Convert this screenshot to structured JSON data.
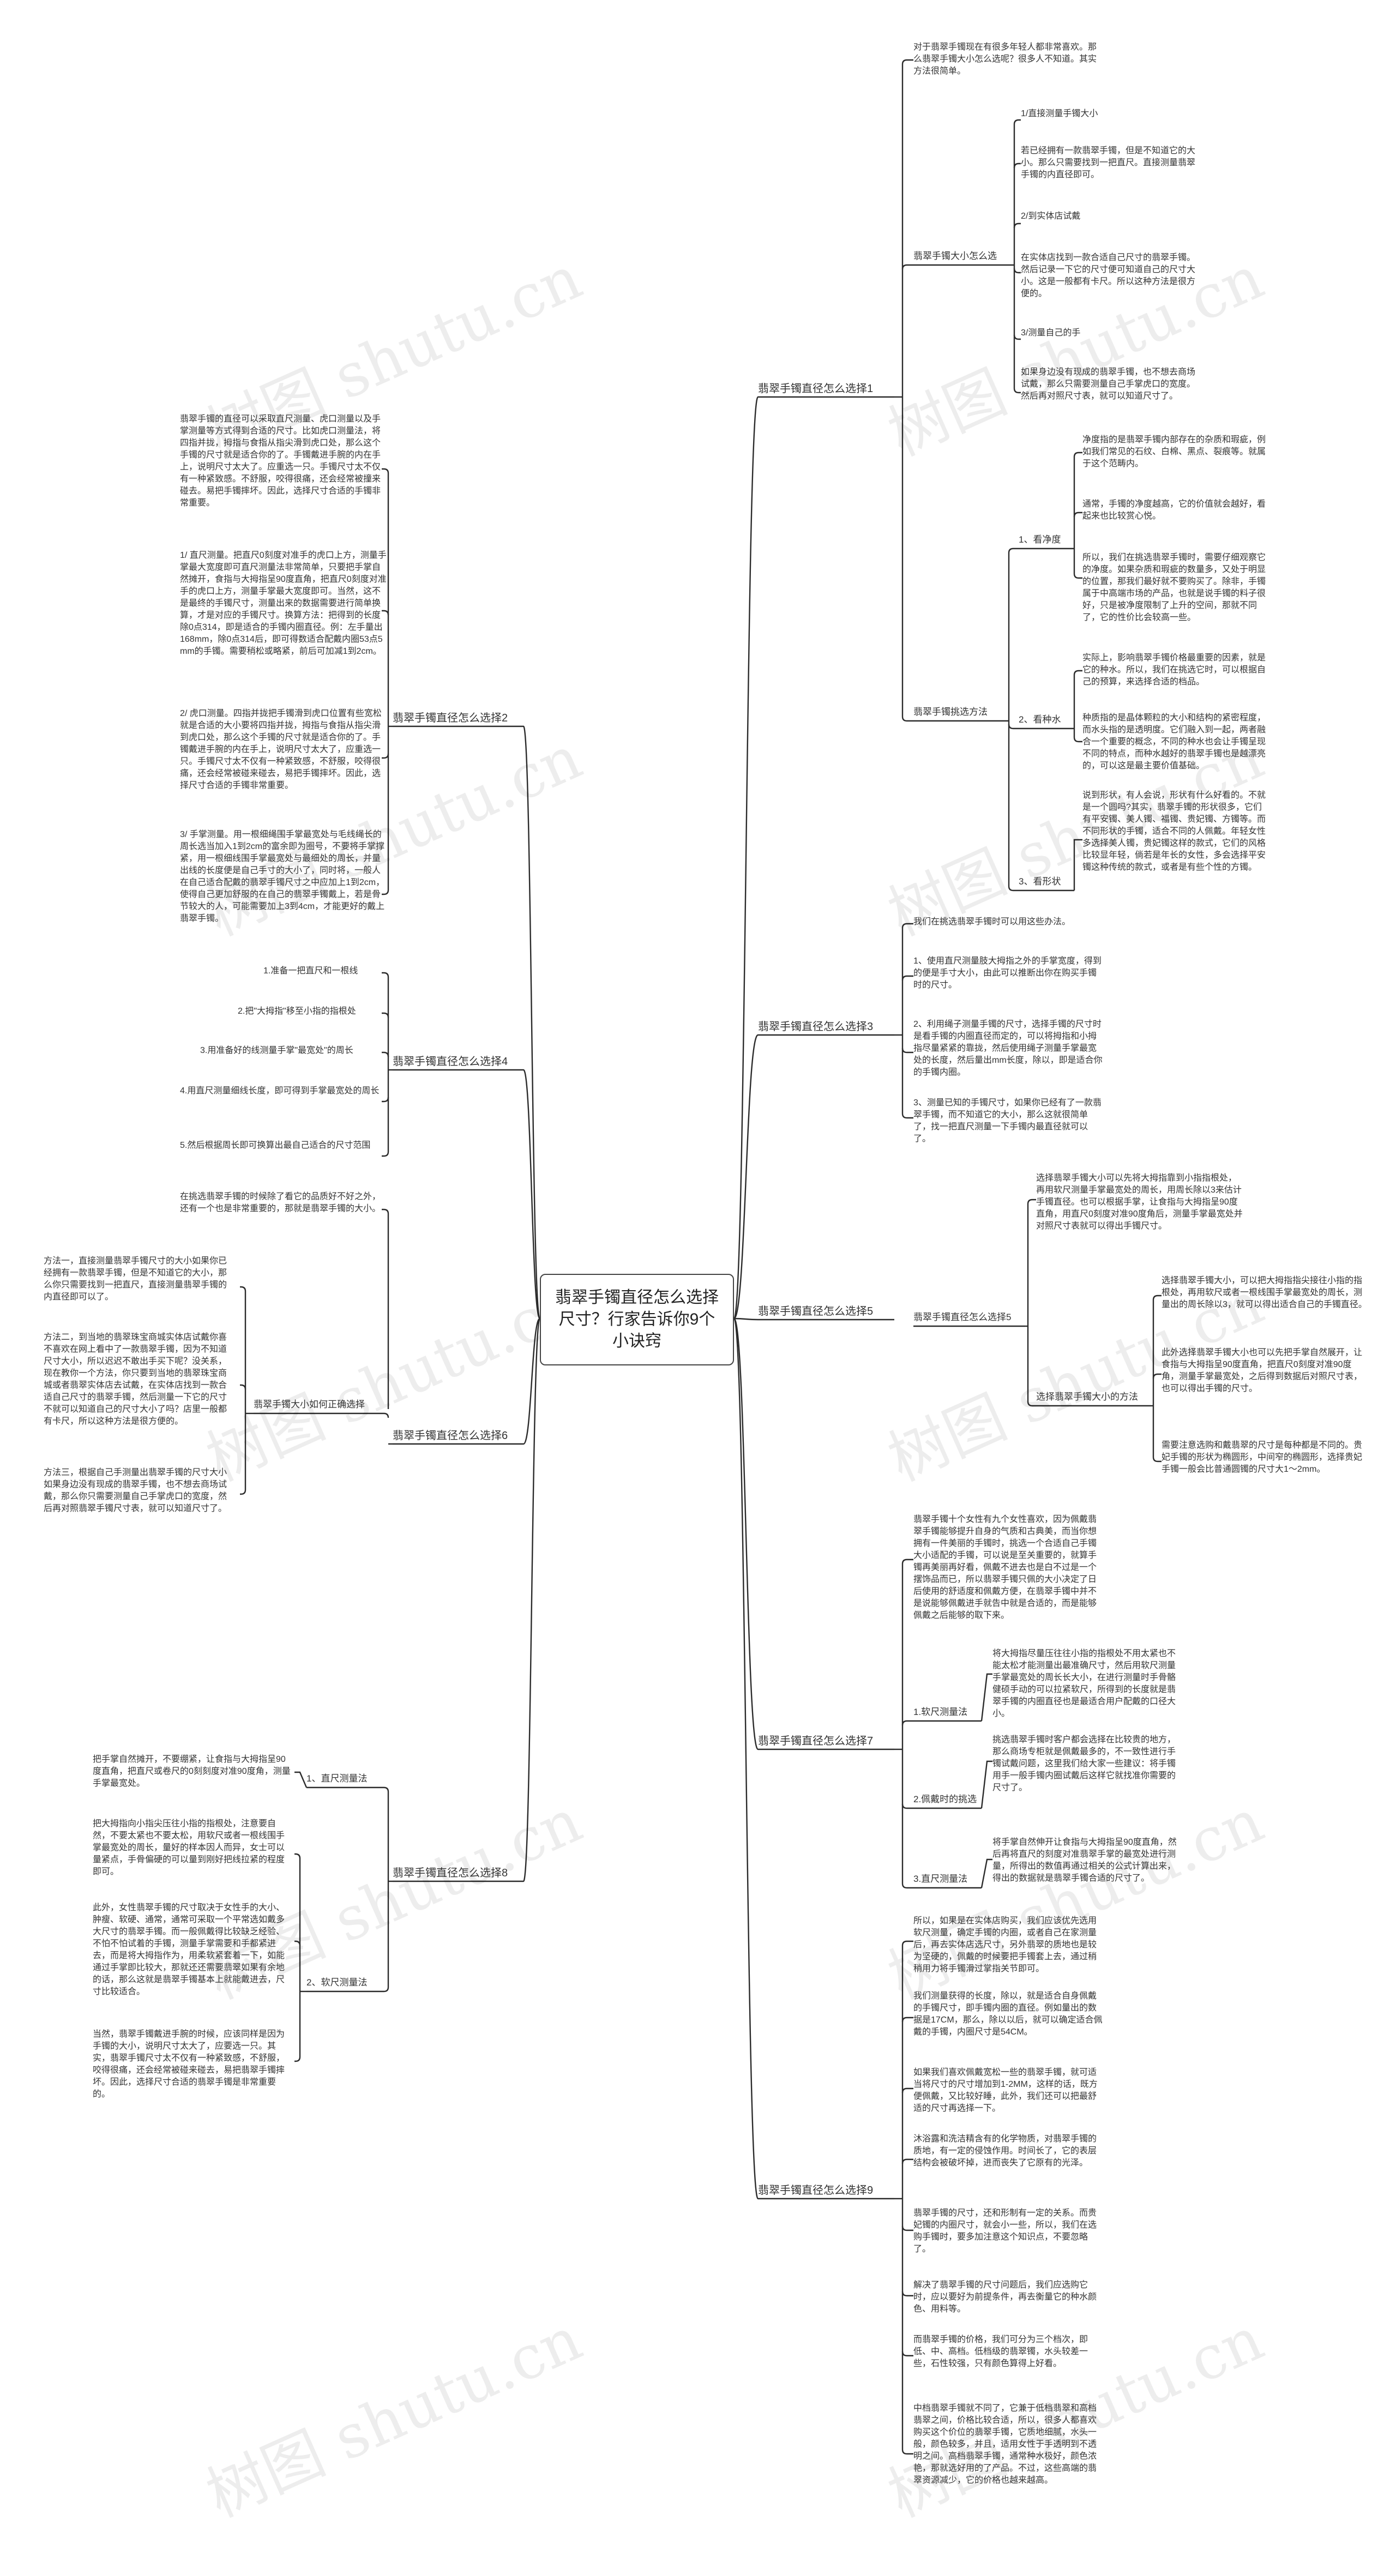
{
  "root": "翡翠手镯直径怎么选择尺寸？行家告诉你9个小诀窍",
  "watermark": "树图 shutu.cn",
  "branches": {
    "b1": "翡翠手镯直径怎么选择1",
    "b2": "翡翠手镯直径怎么选择2",
    "b3": "翡翠手镯直径怎么选择3",
    "b4": "翡翠手镯直径怎么选择4",
    "b5": "翡翠手镯直径怎么选择5",
    "b6": "翡翠手镯直径怎么选择6",
    "b7": "翡翠手镯直径怎么选择7",
    "b8": "翡翠手镯直径怎么选择8",
    "b9": "翡翠手镯直径怎么选择9"
  },
  "b1": {
    "intro": "对于翡翠手镯现在有很多年轻人都非常喜欢。那么翡翠手镯大小怎么选呢？很多人不知道。其实方法很简单。",
    "size_label": "翡翠手镯大小怎么选",
    "size_items": [
      "1/直接测量手镯大小",
      "若已经拥有一款翡翠手镯，但是不知道它的大小。那么只需要找到一把直尺。直接测量翡翠手镯的内直径即可。",
      "2/到实体店试戴",
      "在实体店找到一款合适自己尺寸的翡翠手镯。然后记录一下它的尺寸便可知道自己的尺寸大小。这是一般都有卡尺。所以这种方法是很方便的。",
      "3/测量自己的手",
      "如果身边没有现成的翡翠手镯，也不想去商场试戴，那么只需要测量自己手掌虎口的宽度。然后再对照尺寸表，就可以知道尺寸了。"
    ],
    "method_label": "翡翠手镯挑选方法",
    "methods": [
      {
        "label": "1、看净度",
        "items": [
          "净度指的是翡翠手镯内部存在的杂质和瑕疵，例如我们常见的石纹、白棉、黑点、裂痕等。就属于这个范畴内。",
          "通常，手镯的净度越高，它的价值就会越好，看起来也比较赏心悦。",
          "所以，我们在挑选翡翠手镯时，需要仔细观察它的净度。如果杂质和瑕疵的数量多，又处于明显的位置，那我们最好就不要购买了。除非，手镯属于中高端市场的产品，也就是说手镯的料子很好，只是被净度限制了上升的空间，那就不同了，它的性价比会较高一些。"
        ]
      },
      {
        "label": "2、看种水",
        "items": [
          "实际上，影响翡翠手镯价格最重要的因素，就是它的种水。所以，我们在挑选它时，可以根据自己的预算，来选择合适的档品。",
          "种质指的是晶体颗粒的大小和结构的紧密程度，而水头指的是透明度。它们融入到一起，两者融合一个重要的概念，不同的种水也会让手镯呈现不同的特点，而种水越好的翡翠手镯也是越漂亮的，可以这是最主要价值基础。"
        ]
      },
      {
        "label": "3、看形状",
        "items": [
          "说到形状，有人会说，形状有什么好看的。不就是一个圆吗?其实，翡翠手镯的形状很多，它们有平安镯、美人镯、福镯、贵妃镯、方镯等。而不同形状的手镯，适合不同的人佩戴。年轻女性多选择美人镯，贵妃镯这样的款式，它们的风格比较显年轻，倘若是年长的女性，多会选择平安镯这种传统的款式，或者是有些个性的方镯。"
        ]
      }
    ]
  },
  "b2": {
    "intro": "翡翠手镯的直径可以采取直尺测量、虎口测量以及手掌测量等方式得到合适的尺寸。比如虎口测量法，将四指并拢，拇指与食指从指尖滑到虎口处，那么这个手镯的尺寸就是适合你的了。手镯戴进手腕的内在手上，说明尺寸太大了。应重选一只。手镯尺寸太不仅有一种紧致感。不舒服，咬得很痛，还会经常被撞来碰去。易把手镯摔坏。因此，选择尺寸合适的手镯非常重要。",
    "items": [
      "1/ 直尺测量。把直尺0刻度对准手的虎口上方，测量手掌最大宽度即可直尺测量法非常简单，只要把手掌自然摊开，食指与大拇指呈90度直角，把直尺0刻度对准手的虎口上方，测量手掌最大宽度即可。当然，这不是最终的手镯尺寸，测量出来的数据需要进行简单换算，才是对应的手镯尺寸。换算方法：把得到的长度除0点314，即是适合的手镯内圈直径。例：左手量出168mm，除0点314后，即可得数适合配戴内圈53点5mm的手镯。需要稍松或略紧，前后可加减1到2cm。",
      "2/ 虎口测量。四指并拢把手镯滑到虎口位置有些宽松就是合适的大小要将四指并拢，拇指与食指从指尖滑到虎口处，那么这个手镯的尺寸就是适合你的了。手镯戴进手腕的内在手上，说明尺寸太大了，应重选一只。手镯尺寸太不仅有一种紧致感，不舒服，咬得很痛，还会经常被碰来碰去，易把手镯摔坏。因此，选择尺寸合适的手镯非常重要。",
      "3/ 手掌测量。用一根细绳围手掌最宽处与毛线绳长的周长选当加入1到2cm的富余即为圈号，不要将手掌撑紧，用一根细线围手掌最宽处与最细处的周长，并量出线的长度便是自己手寸的大小了，同时将，一般人在自己适合配戴的翡翠手镯尺寸之中应加上1到2cm，使得自己更加舒服的在自己的翡翠手镯戴上，若是骨节较大的人，可能需要加上3到4cm，才能更好的戴上翡翠手镯。"
    ]
  },
  "b3": {
    "intro": "我们在挑选翡翠手镯时可以用这些办法。",
    "items": [
      "1、使用直尺测量肢大拇指之外的手掌宽度，得到的便是手寸大小，由此可以推断出你在购买手镯时的尺寸。",
      "2、利用绳子测量手镯的尺寸，选择手镯的尺寸时是看手镯的内圈直径而定的，可以将拇指和小拇指尽量紧紧的靠拢，然后使用绳子测量手掌最宽处的长度，然后量出mm长度，除以，即是适合你的手镯内圈。",
      "3、测量已知的手镯尺寸，如果你已经有了一款翡翠手镯，而不知道它的大小，那么这就很简单了，找一把直尺测量一下手镯内最直径就可以了。"
    ]
  },
  "b4": {
    "items": [
      "1.准备一把直尺和一根线",
      "2.把\"大拇指\"移至小指的指根处",
      "3.用准备好的线测量手掌\"最宽处\"的周长",
      "4.用直尺测量细线长度，即可得到手掌最宽处的周长",
      "5.然后根据周长即可换算出最自己适合的尺寸范围"
    ]
  },
  "b5": {
    "label": "翡翠手镯直径怎么选择5",
    "intro": "选择翡翠手镯大小可以先将大拇指靠到小指指根处，再用软尺测量手掌最宽处的周长，用周长除以3来估计手镯直径。也可以根据手掌，让食指与大拇指呈90度直角，用直尺0刻度对准90度角后，测量手掌最宽处并对照尺寸表就可以得出手镯尺寸。",
    "sub_label": "选择翡翠手镯大小的方法",
    "items": [
      "选择翡翠手镯大小，可以把大拇指指尖接往小指的指根处，再用软尺或者一根线围手掌最宽处的周长，测量出的周长除以3，就可以得出适合自己的手镯直径。",
      "此外选择翡翠手镯大小也可以先把手掌自然展开，让食指与大拇指呈90度直角，把直尺0刻度对准90度角，测量手掌最宽处，之后得到数据后对照尺寸表，也可以得出手镯的尺寸。",
      "需要注意选购和戴翡翠的尺寸是每种都是不同的。贵妃手镯的形状为椭圆形，中间窄的椭圆形，选择贵妃手镯一般会比普通圆镯的尺寸大1～2mm。"
    ]
  },
  "b6": {
    "intro": "在挑选翡翠手镯的时候除了看它的品质好不好之外，还有一个也是非常重要的，那就是翡翠手镯的大小。",
    "sub_label": "翡翠手镯大小如何正确选择",
    "items": [
      "方法一，直接测量翡翠手镯尺寸的大小如果你已经拥有一款翡翠手镯，但是不知道它的大小，那么你只需要找到一把直尺，直接测量翡翠手镯的内直径即可以了。",
      "方法二，到当地的翡翠珠宝商城实体店试戴你喜不喜欢在网上看中了一款翡翠手镯，因为不知道尺寸大小，所以迟迟不敢出手买下呢？没关系，现在教你一个方法，你只要到当地的翡翠珠宝商城或者翡翠实体店去试戴，在实体店找到一款合适自己尺寸的翡翠手镯，然后测量一下它的尺寸不就可以知道自己的尺寸大小了吗？店里一般都有卡尺，所以这种方法是很方便的。",
      "方法三，根据自己手测量出翡翠手镯的尺寸大小如果身边没有现成的翡翠手镯，也不想去商场试戴，那么你只需要测量自己手掌虎口的宽度，然后再对照翡翠手镯尺寸表，就可以知道尺寸了。"
    ]
  },
  "b7": {
    "intro": "翡翠手镯十个女性有九个女性喜欢，因为佩戴翡翠手镯能够提升自身的气质和古典美，而当你想拥有一件美丽的手镯时，挑选一个合适自己手镯大小适配的手镯，可以说是至关重要的，就算手镯再美丽再好看，佩戴不进去也是白不过是一个摆饰品而已，所以翡翠手镯只佩的大小决定了日后使用的舒适度和佩戴方便，在翡翠手镯中并不是说能够佩戴进手就告中就是合适的，而是能够佩戴之后能够的取下来。",
    "groups": [
      {
        "label": "1.软尺测量法",
        "text": "将大拇指尽量压往往小指的指根处不用太紧也不能太松才能测量出最准确尺寸，然后用软尺测量手掌最宽处的周长长大小，在进行测量时手骨骼健硕手动的可以拉紧软尺，所得到的长度就是翡翠手镯的内圈直径也是最适合用户配戴的口径大小。"
      },
      {
        "label": "2.佩戴时的挑选",
        "text": "挑选翡翠手镯时客户都会选择在比较贵的地方，那么商场专柜就是佩戴最多的，不一致性进行手镯试戴问题，这里我们给大家一些建议：将手镯用手一般手镯内圈试戴后这样它就找准你需要的尺寸了。"
      },
      {
        "label": "3.直尺测量法",
        "text": "将手掌自然伸开让食指与大拇指呈90度直角，然后再将直尺的刻度对准翡翠手掌的最宽处进行测量，所得出的数值再通过相关的公式计算出来，得出的数据就是翡翠手镯合适的尺寸了。"
      }
    ]
  },
  "b8": {
    "groups": [
      {
        "label": "1、直尺测量法",
        "items": [
          "把手掌自然摊开，不要绷紧，让食指与大拇指呈90度直角，把直尺或卷尺的0刻刻度对准90度角，测量手掌最宽处。"
        ]
      },
      {
        "label": "2、软尺测量法",
        "items": [
          "把大拇指向小指尖压往小指的指根处，注意要自然，不要太紧也不要太松，用软尺或者一根线围手掌最宽处的周长，量好的样本因人而异，女士可以量紧点，手骨偏硬的可以量到刚好把线拉紧的程度即可。",
          "此外，女性翡翠手镯的尺寸取决于女性手的大小、肿瘦、软硬、通常，通常可采取一个平常选如戴多大尺寸的翡翠手镯。而一般佩戴得比较缺乏经验、不怕不怕试着的手镯，测量手掌需要和手都紧进去，而是将大拇指作为，用柔软紧套着一下，如能通过手掌即比较大，那就还还需要翡翠如果有余地的话，那么这就是翡翠手镯基本上就能戴进去，尺寸比较适合。",
          "当然，翡翠手镯戴进手腕的时候，应该同样是因为手镯的大小，说明尺寸太大了，应要选一只。其实，翡翠手镯尺寸太不仅有一种紧致感，不舒服，咬得很痛，还会经常被碰来碰去，易把翡翠手镯摔坏。因此，选择尺寸合适的翡翠手镯是非常重要的。"
        ]
      }
    ]
  },
  "b9": {
    "items": [
      "所以，如果是在实体店购买，我们应该优先选用软尺测量，确定手镯的内圈，或者自己在家测量后，再去实体店选尺寸，另外翡翠的质地也是较为坚硬的，佩戴的时候要把手镯套上去，通过稍稍用力将手镯滑过掌指关节即可。",
      "我们测量获得的长度，除以，就是适合自身佩戴的手镯尺寸，即手镯内圈的直径。例如量出的数据是17CM，那么，除以以后，就可以确定适合佩戴的手镯，内圈尺寸是54CM。",
      "如果我们喜欢佩戴宽松一些的翡翠手镯，就可适当将尺寸的尺寸增加到1-2MM，这样的话，既方便佩戴，又比较好睡，此外，我们还可以把最舒适的尺寸再选择一下。",
      "沐浴露和洗洁精含有的化学物质，对翡翠手镯的质地，有一定的侵蚀作用。时间长了，它的表层结构会被破坏掉，进而丧失了它原有的光泽。",
      "翡翠手镯的尺寸，还和形制有一定的关系。而贵妃镯的内圈尺寸，就会小一些，所以，我们在选购手镯时，要多加注意这个知识点，不要忽略了。",
      "解决了翡翠手镯的尺寸问题后，我们应选购它时，应以要好为前提条件，再去衡量它的种水颜色、用料等。",
      "而翡翠手镯的价格，我们可分为三个档次，即低、中、高档。低档级的翡翠镯，水头较差一些，石性较强，只有颜色算得上好看。",
      "中档翡翠手镯就不同了，它兼于低档翡翠和高档翡翠之间，价格比较合适，所以，很多人都喜欢购买这个价位的翡翠手镯，它质地细腻，水头一般，颜色较多，并且，适用女性于手透明到不透明之间。高档翡翠手镯，通常种水极好，颜色浓艳，那就选好用的了产品。不过，这些高端的翡翠资源减少，它的价格也越来越高。"
    ]
  }
}
